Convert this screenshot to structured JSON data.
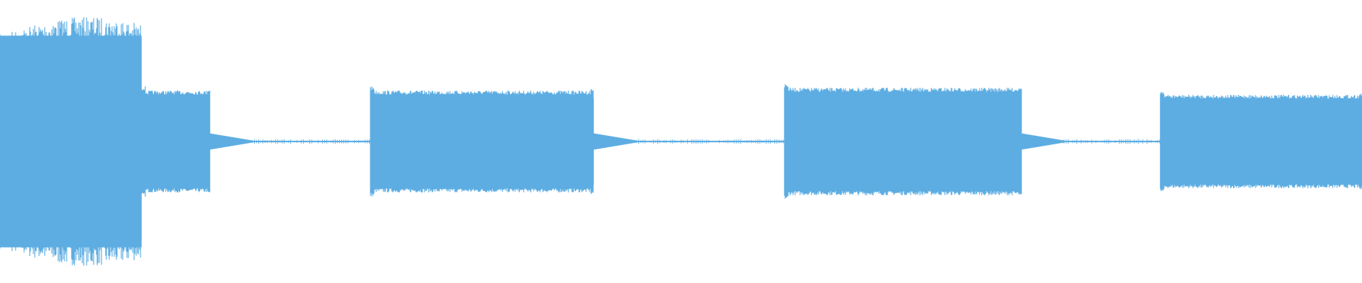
{
  "waveform": {
    "color": "#5dade2",
    "center_ratio": 0.5,
    "segments": [
      {
        "start": 0.0,
        "end": 0.104,
        "amplitude": 0.88,
        "level": "loud"
      },
      {
        "start": 0.104,
        "end": 0.154,
        "amplitude": 0.36,
        "level": "medium"
      },
      {
        "start": 0.154,
        "end": 0.272,
        "amplitude": 0.01,
        "level": "silence"
      },
      {
        "start": 0.272,
        "end": 0.436,
        "amplitude": 0.36,
        "level": "medium"
      },
      {
        "start": 0.436,
        "end": 0.576,
        "amplitude": 0.01,
        "level": "silence"
      },
      {
        "start": 0.576,
        "end": 0.75,
        "amplitude": 0.38,
        "level": "medium"
      },
      {
        "start": 0.75,
        "end": 0.852,
        "amplitude": 0.01,
        "level": "silence"
      },
      {
        "start": 0.852,
        "end": 1.0,
        "amplitude": 0.33,
        "level": "medium"
      }
    ]
  }
}
